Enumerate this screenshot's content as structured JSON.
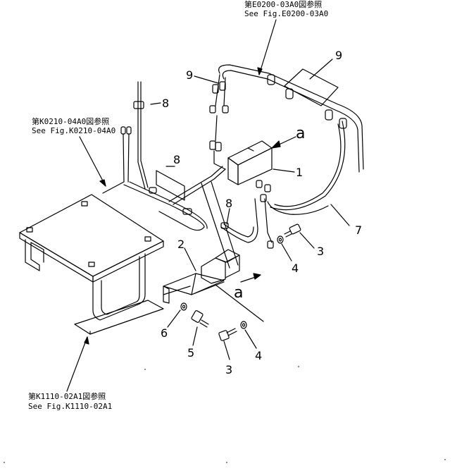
{
  "references": {
    "top": {
      "jp": "第E0200-03A0図参照",
      "en": "See Fig.E0200-03A0"
    },
    "left": {
      "jp": "第K0210-04A0図参照",
      "en": "See Fig.K0210-04A0"
    },
    "bottom": {
      "jp": "第K1110-02A1図参照",
      "en": "See Fig.K1110-02A1"
    }
  },
  "callouts": {
    "p1": "1",
    "p2": "2",
    "p3_upper": "3",
    "p3_lower": "3",
    "p4_upper": "4",
    "p4_lower": "4",
    "p5": "5",
    "p6": "6",
    "p7": "7",
    "p8_top": "8",
    "p8_mid": "8",
    "p8_low": "8",
    "p9_left": "9",
    "p9_right": "9",
    "view_a_top": "a",
    "view_a_bottom": "a"
  }
}
